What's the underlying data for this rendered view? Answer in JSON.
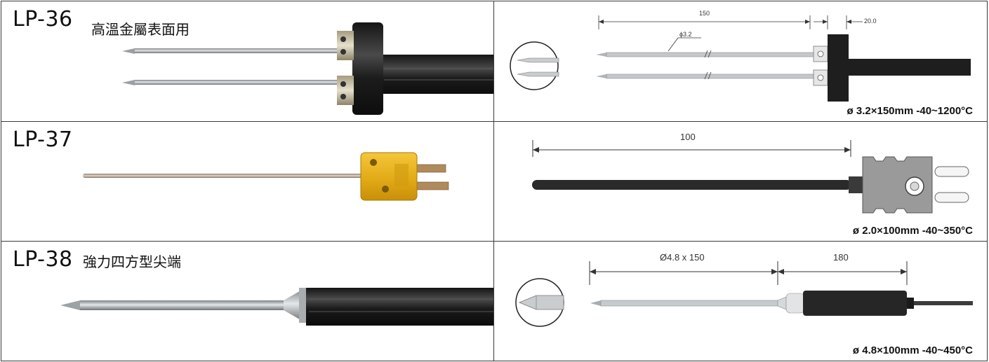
{
  "rows": [
    {
      "model": "LP-36",
      "description": "高溫金屬表面用",
      "spec": "ø 3.2×150mm  -40~1200°C",
      "dims": {
        "length": "150",
        "diameter": "ϕ3.2",
        "tail": "20.0"
      }
    },
    {
      "model": "LP-37",
      "description": "",
      "spec": "ø 2.0×100mm  -40~350°C",
      "dims": {
        "length": "100"
      }
    },
    {
      "model": "LP-38",
      "description": "強力四方型尖端",
      "spec": "ø 4.8×100mm  -40~450°C",
      "dims": {
        "probe": "Ø4.8 x 150",
        "handle": "180"
      }
    }
  ],
  "colors": {
    "border": "#3a3a3a",
    "steel": "#b8bcbf",
    "handle": "#222222",
    "connector_yellow": "#e8b21c",
    "connector_grey": "#9a9a9a"
  }
}
